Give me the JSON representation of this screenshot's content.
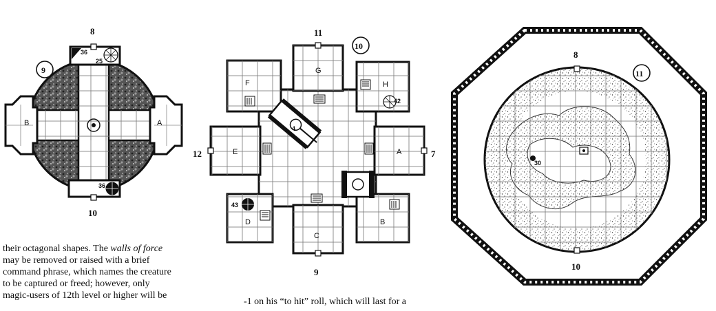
{
  "maps": {
    "map9": {
      "area_number": "9",
      "top_label": "8",
      "bottom_label": "10",
      "room_left": "B",
      "room_right": "A",
      "spot_top_a": "36",
      "spot_top_b": "25",
      "spot_bottom": "36"
    },
    "map10": {
      "area_number": "10",
      "top_label": "11",
      "bottom_label": "9",
      "left_label": "12",
      "right_label": "7",
      "rooms": [
        "G",
        "H",
        "F",
        "E",
        "A",
        "D",
        "C",
        "B"
      ],
      "spot_h": "42",
      "spot_d": "43",
      "spot_tank": "4"
    },
    "map11": {
      "area_number": "11",
      "top_label": "8",
      "bottom_label": "10",
      "spot_center": "30"
    }
  },
  "text": {
    "col1_line1_pre": "their octagonal shapes. The ",
    "col1_line1_italic": "walls of force",
    "col1_line2": "may be removed or raised with a brief",
    "col1_line3": "command phrase, which names the creature",
    "col1_line4": "to be captured or freed; however, only",
    "col1_line5": "magic-users of 12th level or higher will be",
    "col2_line1": "-1 on his “to hit” roll, which will last for a"
  }
}
